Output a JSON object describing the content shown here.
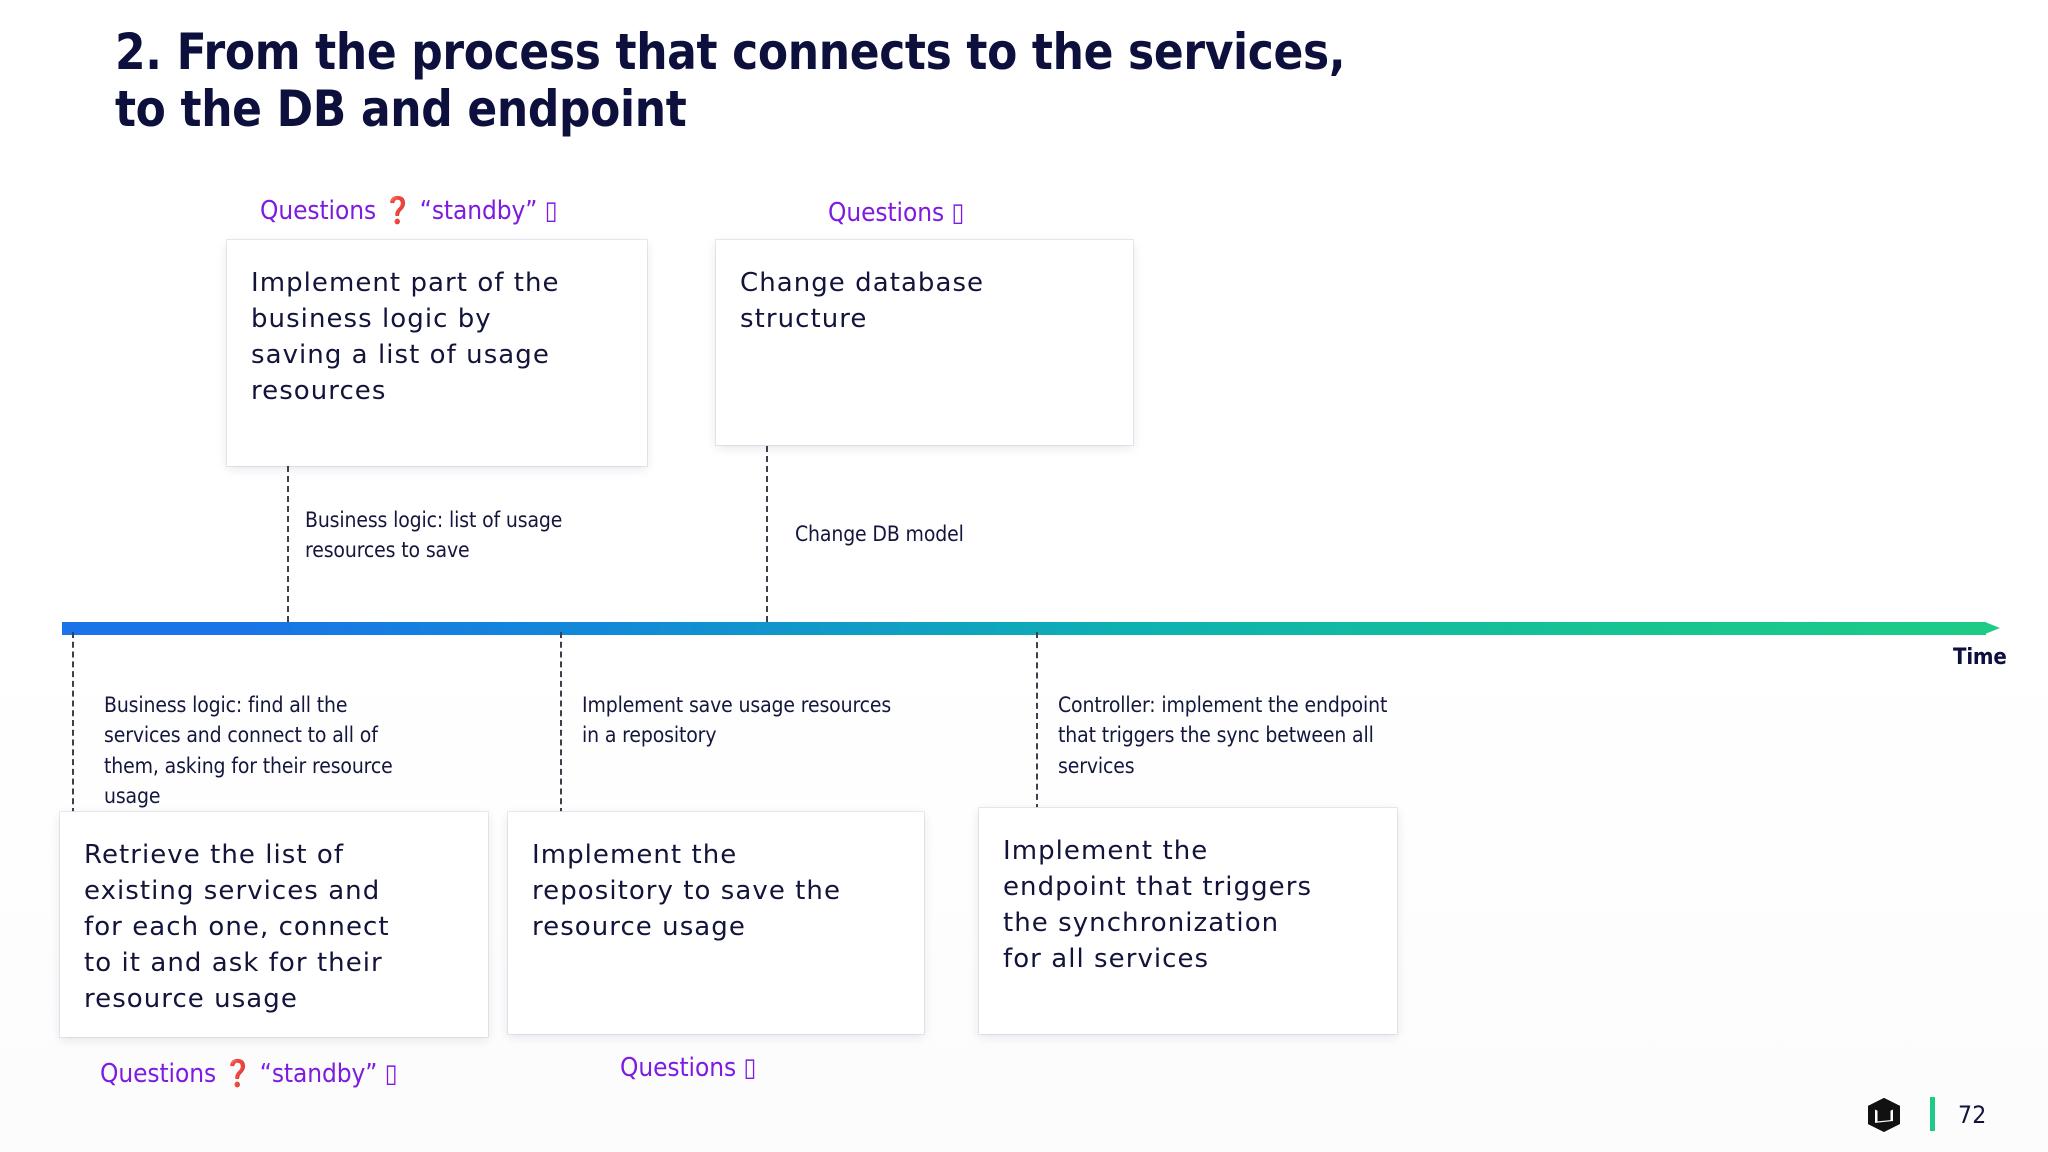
{
  "slide": {
    "title": "2. From the process that connects to the services,\nto the DB and endpoint",
    "page_number": "72",
    "logo_icon": "cube-logo-icon",
    "accent_colors": {
      "title": "#0d0f3c",
      "question_purple": "#7d1ce0",
      "timeline_start": "#1a73e8",
      "timeline_end": "#1ecb86",
      "card_text": "#12143a"
    }
  },
  "timeline": {
    "axis_label": "Time",
    "direction": "left-to-right",
    "arrow_icon": "arrow-right-icon"
  },
  "question_labels": {
    "top_left": "Questions ❓ “standby” ▯",
    "top_middle": "Questions ▯",
    "bottom_left": "Questions ❓ “standby” ▯",
    "bottom_middle": "Questions ▯"
  },
  "cards_above": [
    {
      "text": "Implement part of the\nbusiness logic by\nsaving a list of usage\nresources"
    },
    {
      "text": "Change database\nstructure"
    }
  ],
  "cards_below": [
    {
      "text": "Retrieve the list of\nexisting services and\nfor each one, connect\nto it and ask for their\nresource usage"
    },
    {
      "text": "Implement the\nrepository to save the\nresource usage"
    },
    {
      "text": "Implement the\nendpoint that triggers\nthe synchronization\nfor all services"
    }
  ],
  "annotations_above": [
    {
      "text": "Business logic: list of usage\nresources to save"
    },
    {
      "text": "Change DB model"
    }
  ],
  "annotations_below": [
    {
      "text": "Business logic: find all the\nservices and connect to all of\nthem, asking for their resource\nusage"
    },
    {
      "text": "Implement save usage resources\nin a repository"
    },
    {
      "text": "Controller: implement the endpoint\nthat triggers the sync between all\nservices"
    }
  ]
}
